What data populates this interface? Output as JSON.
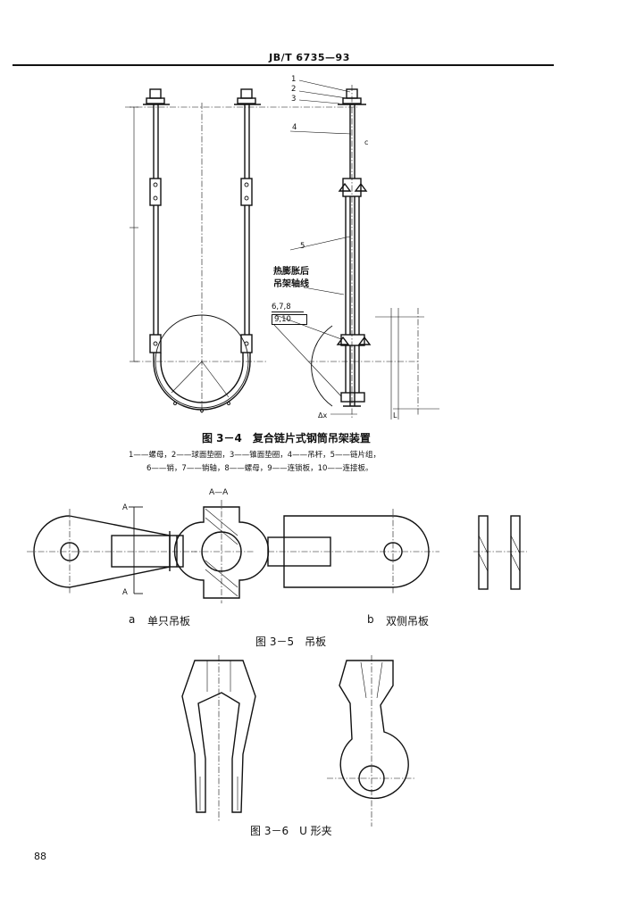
{
  "header": {
    "standard_no": "JB/T 6735—93"
  },
  "figure_3_4": {
    "callouts": [
      "1",
      "2",
      "3",
      "4",
      "5"
    ],
    "annotation_line1": "热膨胀后",
    "annotation_line2": "吊架轴线",
    "label_box_top": "6,7,8",
    "label_box_bottom": "9,10",
    "caption": "图 3－4　复合链片式钢筒吊架装置",
    "legend_line1": "1——螺母，2——球面垫圈，3——锥面垫圈，4——吊杆，5——链片组，",
    "legend_line2": "6——销，7——销轴，8——螺母，9——连锁板，10——连接板。"
  },
  "figure_3_5": {
    "section_label": "A—A",
    "cut_mark_top": "A",
    "cut_mark_bottom": "A",
    "sub_a_letter": "a",
    "sub_a_text": "单只吊板",
    "sub_b_letter": "b",
    "sub_b_text": "双侧吊板",
    "caption": "图 3－5　吊板"
  },
  "figure_3_6": {
    "caption": "图 3－6　U 形夹"
  },
  "page_number": "88"
}
